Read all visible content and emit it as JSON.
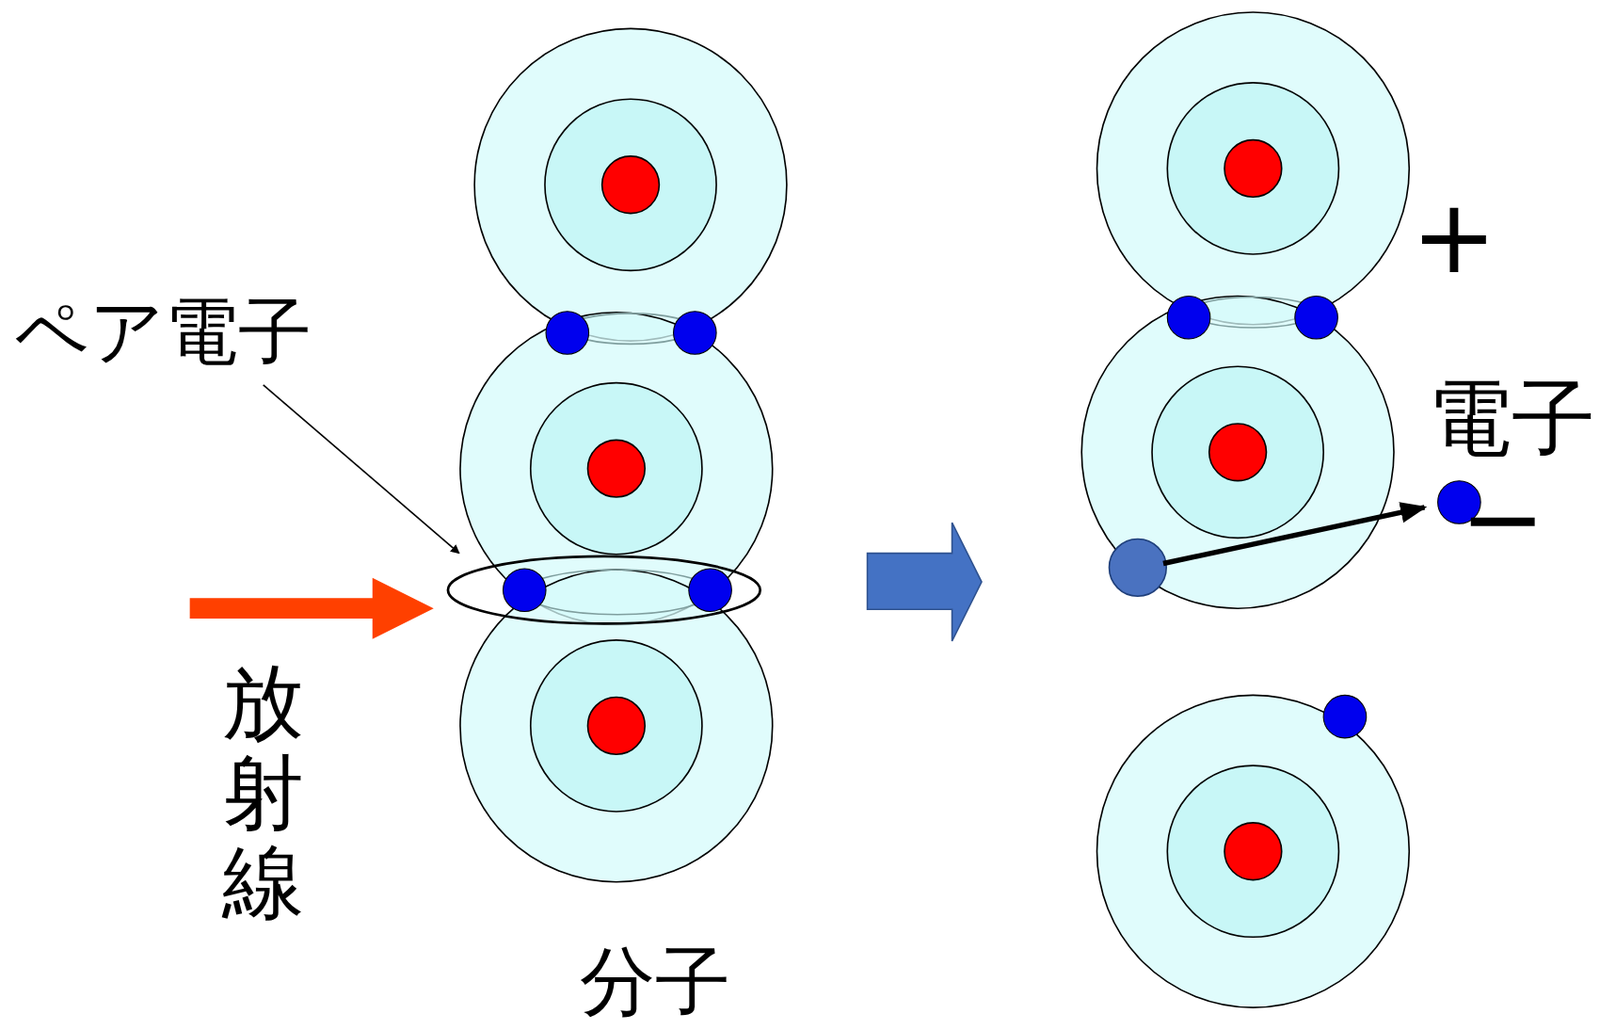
{
  "diagram": {
    "labels": [
      "ペア電子",
      "放射線",
      "分子",
      "電子",
      "+",
      "−"
    ]
  }
}
